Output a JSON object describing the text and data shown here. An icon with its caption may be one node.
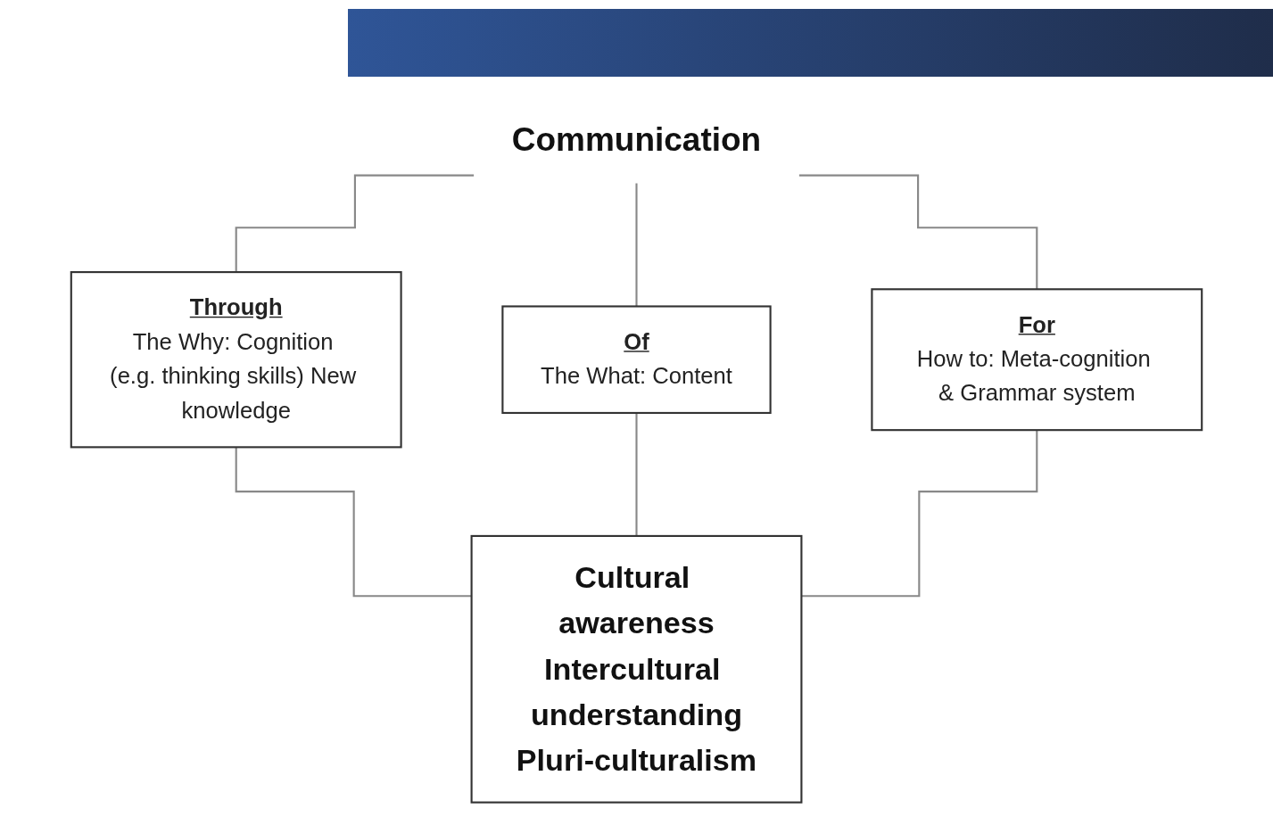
{
  "diagram": {
    "nodes": [
      {
        "text": [
          "Communication"
        ]
      },
      {
        "text": [
          "Through",
          "The Why: Cognition (e.g. thinking skills) New knowledge"
        ]
      },
      {
        "text": [
          "Of",
          "The What: Content"
        ]
      },
      {
        "text": [
          "For",
          "How to: Meta-cognition & Grammar system"
        ]
      },
      {
        "text": [
          "Cultural awareness",
          "Intercultural understanding",
          "Pluri-culturalism"
        ]
      }
    ],
    "edges": [
      {
        "from": 0,
        "to": 1,
        "arrow": "none"
      },
      {
        "from": 0,
        "to": 2,
        "arrow": "none"
      },
      {
        "from": 0,
        "to": 3,
        "arrow": "none"
      },
      {
        "from": 1,
        "to": 4,
        "arrow": "none"
      },
      {
        "from": 2,
        "to": 4,
        "arrow": "none"
      },
      {
        "from": 3,
        "to": 4,
        "arrow": "none"
      }
    ]
  }
}
